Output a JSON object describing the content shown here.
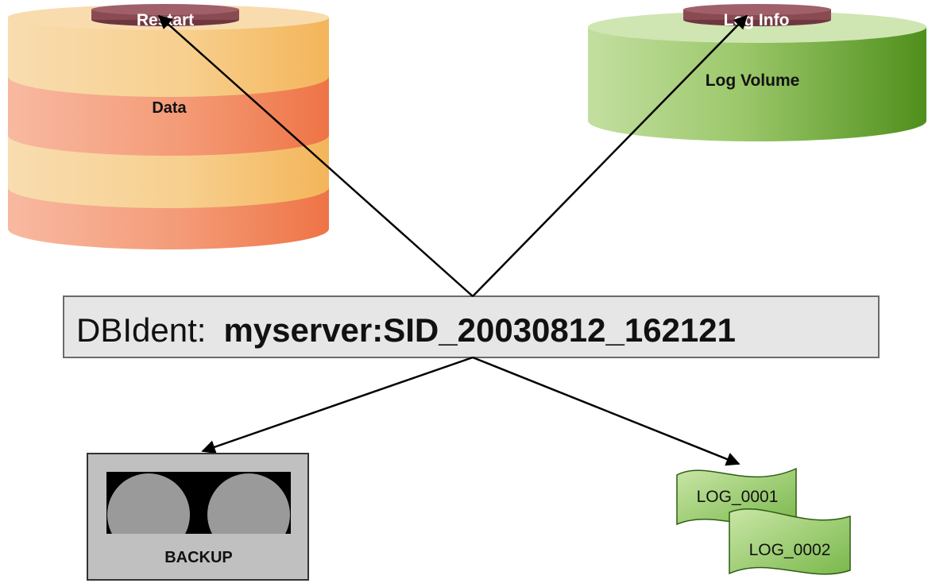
{
  "data_volume": {
    "label": "Data",
    "restart_label": "Restart"
  },
  "log_volume": {
    "label": "Log Volume",
    "log_info_label": "Log Info"
  },
  "dbident": {
    "prefix": "DBIdent:",
    "value": "myserver:SID_20030812_162121"
  },
  "backup": {
    "label": "BACKUP"
  },
  "log_files": [
    "LOG_0001",
    "LOG_0002"
  ],
  "colors": {
    "data_orange": "#ef7d4e",
    "data_yellow": "#f6c97c",
    "log_green": "#5f9e2a",
    "log_green_light": "#b9d98e",
    "tab_maroon": "#8a4a52",
    "dbident_fill": "#e6e6e6",
    "backup_gray": "#c0c0c0",
    "logfile_green": "#9fd07a"
  }
}
